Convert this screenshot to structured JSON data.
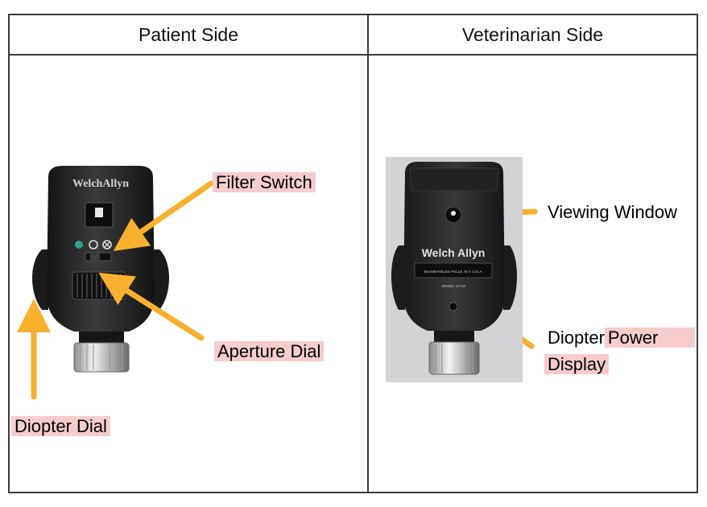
{
  "table": {
    "headers": [
      "Patient Side",
      "Veterinarian Side"
    ]
  },
  "patient_side": {
    "brand": "WelchAllyn",
    "labels": {
      "filter_switch": "Filter Switch",
      "aperture_dial": "Aperture Dial",
      "diopter_dial": "Diopter Dial"
    }
  },
  "veterinarian_side": {
    "brand": "Welch Allyn",
    "brand_subline": "SKANEATELES FALLS, N.Y. U.S.A.",
    "model": "MODEL 11710",
    "labels": {
      "viewing_window": "Viewing Window",
      "diopter_word": "Diopter",
      "power_word": "Power",
      "display_word": "Display"
    }
  },
  "colors": {
    "arrow": "#f8b02e",
    "highlight": "#f6cccc",
    "device_body": "#262626",
    "gray_backdrop": "#d2d3d4"
  }
}
